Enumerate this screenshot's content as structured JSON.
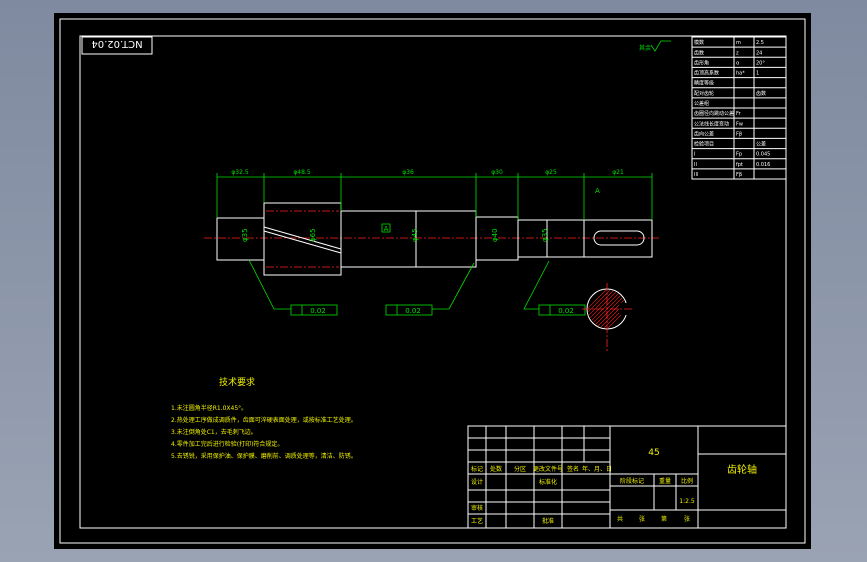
{
  "drawing": {
    "drawing_number": "NCT.02.04",
    "part_name": "齿轮轴",
    "material": "45",
    "scale": "1:2.5",
    "tech_req_title": "技术要求",
    "tech_req_lines": [
      "1.未注圆角半径R1.0X45°。",
      "2.热处理工序做成调质件，齿面可淬硬表面处理，或按标准工艺处理。",
      "3.未注倒角处C1，去毛刺飞边。",
      "4.零件加工完后进行检验(打印)符合规定。",
      "5.去锈锐，采用保护油、保护膜、磨削前、调质处理等，清洁、防锈。"
    ],
    "roughness_label": "其余"
  },
  "dimensions": {
    "top": [
      "φ32.5",
      "φ48.5",
      "φ36",
      "φ30",
      "φ25",
      "φ21"
    ],
    "diameters": [
      "φ35",
      "φ65",
      "φ45",
      "φ40",
      "φ35"
    ],
    "section_label": "A",
    "tolerance_frames": [
      "0.02",
      "0.02",
      "0.02"
    ],
    "datum": "A"
  },
  "gear_param_table": {
    "rows": [
      [
        "模数",
        "m",
        "2.5"
      ],
      [
        "齿数",
        "z",
        "24"
      ],
      [
        "齿形角",
        "α",
        "20°"
      ],
      [
        "齿顶高系数",
        "ha*",
        "1"
      ],
      [
        "精度等级",
        "",
        ""
      ],
      [
        "配对齿轮",
        "",
        "齿数"
      ],
      [
        "公差组",
        "",
        ""
      ],
      [
        "齿圈径向跳动公差",
        "Fr",
        ""
      ],
      [
        "公法线长度变动",
        "Fw",
        ""
      ],
      [
        "齿向公差",
        "Fβ",
        ""
      ],
      [
        "检验项目",
        "",
        "公差"
      ],
      [
        "I",
        "Fp",
        "0.045"
      ],
      [
        "II",
        "fpt",
        "0.016"
      ],
      [
        "III",
        "Fβ",
        ""
      ]
    ]
  },
  "title_block": {
    "labels": [
      "标记",
      "处数",
      "分区",
      "更改文件号",
      "签名",
      "年、月、日"
    ],
    "row_labels": [
      "设计",
      "审核",
      "工艺"
    ],
    "std": "标准化",
    "approve": "批准",
    "stage": "阶段标记",
    "weight": "重量",
    "scale_label": "比例",
    "sheets": [
      "共",
      "张",
      "第",
      "张"
    ]
  },
  "colors": {
    "outline": "#ffffff",
    "dimension": "#00e000",
    "centerline": "#ff2020",
    "highlight": "#f0f000"
  }
}
